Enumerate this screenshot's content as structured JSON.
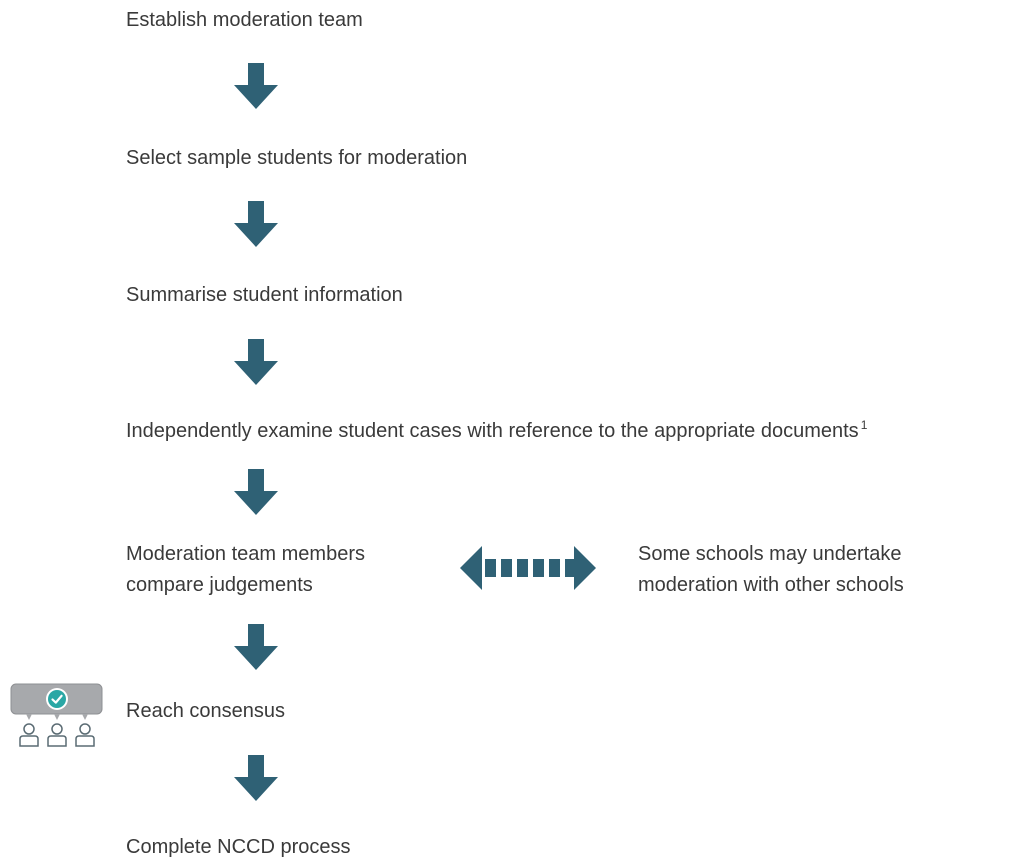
{
  "colors": {
    "arrow": "#2f6175",
    "text": "#3a3a3a",
    "icon_bubble": "#a7a9ac",
    "icon_check": "#2aa7a5"
  },
  "steps": [
    {
      "label": "Establish moderation team"
    },
    {
      "label": "Select sample students for moderation"
    },
    {
      "label": "Summarise student information"
    },
    {
      "label": "Independently examine student cases with reference to the appropriate documents",
      "footnote": "1"
    },
    {
      "label_line1": "Moderation team members",
      "label_line2": "compare judgements"
    },
    {
      "label": "Reach consensus"
    },
    {
      "label": "Complete NCCD process"
    }
  ],
  "side_note": {
    "line1": "Some schools may undertake",
    "line2": "moderation with other schools"
  },
  "icons": {
    "down_arrow": "down-arrow-icon",
    "double_arrow": "double-headed-dashed-arrow-icon",
    "consensus": "group-consensus-check-icon"
  }
}
